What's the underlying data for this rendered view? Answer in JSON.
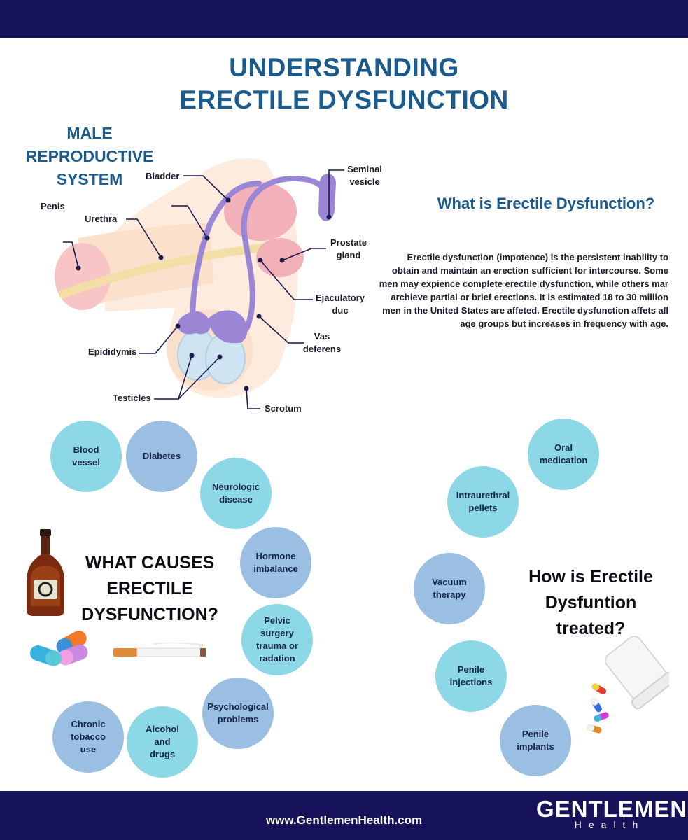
{
  "title": "UNDERSTANDING ERECTILE DYSFUNCTION",
  "anatomy": {
    "heading": "MALE REPRODUCTIVE SYSTEM",
    "labels": {
      "bladder": "Bladder",
      "seminal_vesicle": "Seminal vesicle",
      "penis": "Penis",
      "urethra": "Urethra",
      "prostate_gland": "Prostate gland",
      "ejaculatory_duc": "Ejaculatory duc",
      "vas_deferens": "Vas deferens",
      "epididymis": "Epididymis",
      "testicles": "Testicles",
      "scrotum": "Scrotum"
    }
  },
  "what_is": {
    "heading": "What is Erectile Dysfunction?",
    "body": "Erectile dysfunction (impotence) is the persistent inability to obtain and maintain an erection sufficient for intercourse. Some men may expience complete erectile dysfunction, while others mar archieve partial or brief erections. It is estimated 18 to 30 million men in the United States are affeted. Erectile dysfunction affets all age groups but increases in frequency with age."
  },
  "causes": {
    "heading": "WHAT CAUSES ERECTILE DYSFUNCTION?",
    "items": [
      "Blood vessel",
      "Diabetes",
      "Neurologic disease",
      "Hormone imbalance",
      "Pelvic surgery trauma or radation",
      "Psychological problems",
      "Alcohol and drugs",
      "Chronic tobacco use"
    ]
  },
  "treatments": {
    "heading": "How is Erectile Dysfuntion treated?",
    "items": [
      "Oral medication",
      "Intraurethral pellets",
      "Vacuum therapy",
      "Penile injections",
      "Penile implants"
    ]
  },
  "footer": {
    "url": "www.GentlemenHealth.com",
    "brand_name": "GENTLEMEN",
    "brand_sub": "Health"
  },
  "colors": {
    "navy_bar": "#16135a",
    "heading_blue": "#1a5a8c",
    "circle_light": "#8dd8e6",
    "circle_mid": "#9bbfe3",
    "duct_purple": "#9b86d6"
  },
  "icons": [
    "liquor-bottle-icon",
    "pill-capsules-icon",
    "cigarette-icon",
    "pill-bottle-icon"
  ]
}
